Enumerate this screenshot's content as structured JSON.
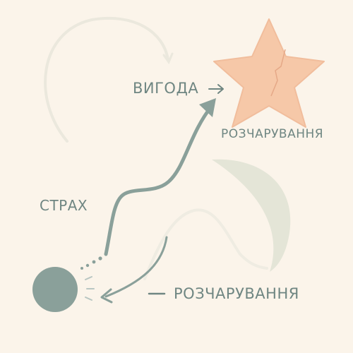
{
  "labels": {
    "gain": "ВИГОДА",
    "fear": "СТРАХ",
    "disappointment_top": "РОЗЧАРУВАННЯ",
    "disappointment_bottom": "РОЗЧАРУВАННЯ"
  },
  "colors": {
    "background": "#fbf4ea",
    "accent": "#8aa09a",
    "accent_dark": "#6f8682",
    "star_fill": "#f6c8a8",
    "star_crack": "#e7ab8a",
    "faint_curve": "#e9e6dc",
    "sweep": "#dfe2d3"
  },
  "icons": {
    "goal": "star-icon",
    "start": "circle-node",
    "gain_arrow": "arrow-right-icon",
    "dash": "dash-icon"
  }
}
